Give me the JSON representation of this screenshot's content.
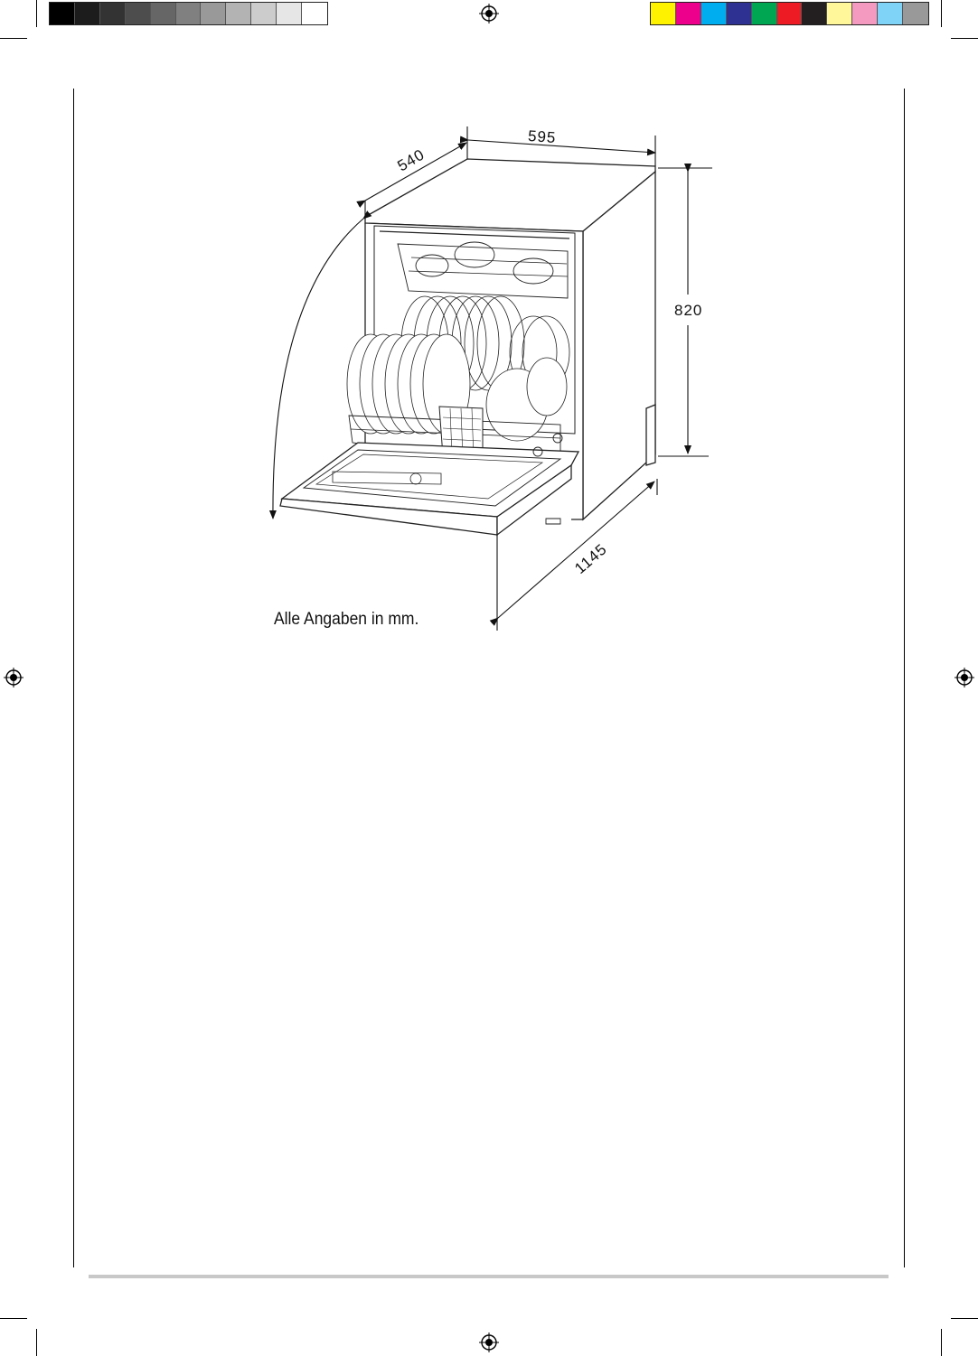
{
  "print_marks": {
    "grayscale_swatches": [
      "#000000",
      "#1c1c1c",
      "#333333",
      "#4d4d4d",
      "#666666",
      "#808080",
      "#999999",
      "#b3b3b3",
      "#cccccc",
      "#e6e6e6",
      "#ffffff"
    ],
    "color_swatches": [
      "#fff200",
      "#ec008c",
      "#00aeef",
      "#2e3192",
      "#00a651",
      "#ed1c24",
      "#231f20",
      "#fff799",
      "#f49ac1",
      "#7fd3f7",
      "#999999"
    ]
  },
  "figure": {
    "dimensions": {
      "depth": "540",
      "width": "595",
      "height": "820",
      "depth_door_open": "1145"
    },
    "caption": "Alle Angaben in mm."
  }
}
